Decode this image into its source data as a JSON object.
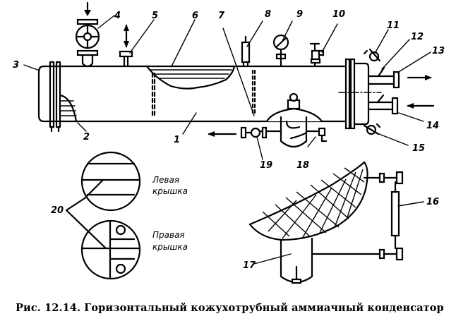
{
  "figure": {
    "caption": "Рис. 12.14. Горизонтальный кожухотрубный аммиачный конденсатор",
    "callouts": [
      "1",
      "2",
      "3",
      "4",
      "5",
      "6",
      "7",
      "8",
      "9",
      "10",
      "11",
      "12",
      "13",
      "14",
      "15",
      "16",
      "17",
      "18",
      "19",
      "20"
    ],
    "cover_labels": {
      "left": [
        "Левая",
        "крышка"
      ],
      "right": [
        "Правая",
        "крышка"
      ]
    }
  }
}
